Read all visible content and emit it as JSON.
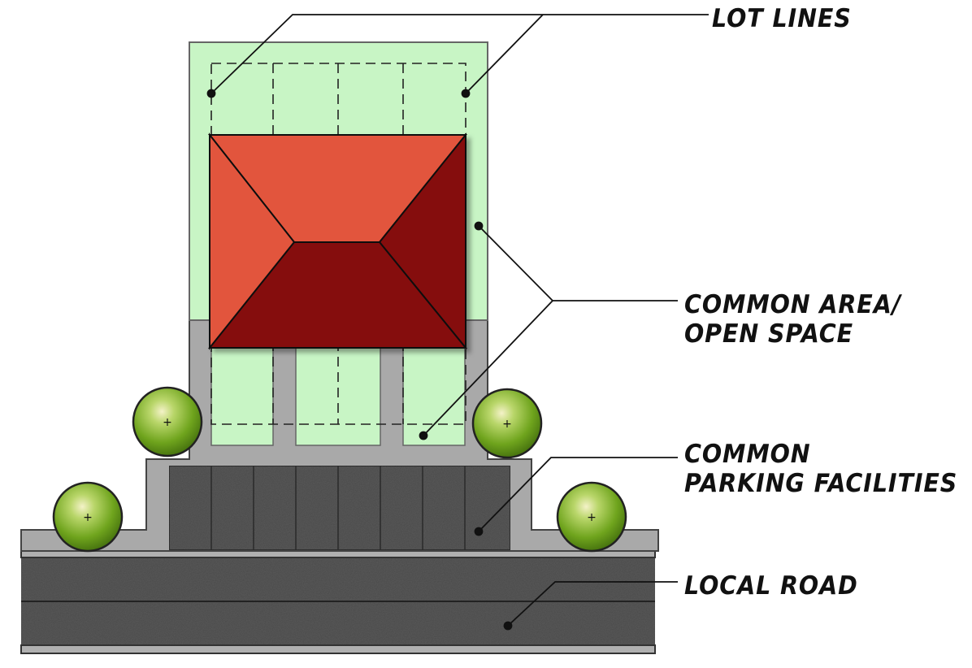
{
  "labels": {
    "lot_lines": "LOT LINES",
    "common_area_line1": "COMMON AREA/",
    "common_area_line2": "OPEN SPACE",
    "parking_line1": "COMMON",
    "parking_line2": "PARKING FACILITIES",
    "local_road": "LOCAL ROAD"
  },
  "colors": {
    "open_space": "#c8f5c5",
    "roof_light": "#e2553c",
    "roof_dark": "#850d0d",
    "sidewalk": "#a8a8a8",
    "pavement": "#555555",
    "tree": "#7cb12a",
    "leader": "#111111"
  }
}
